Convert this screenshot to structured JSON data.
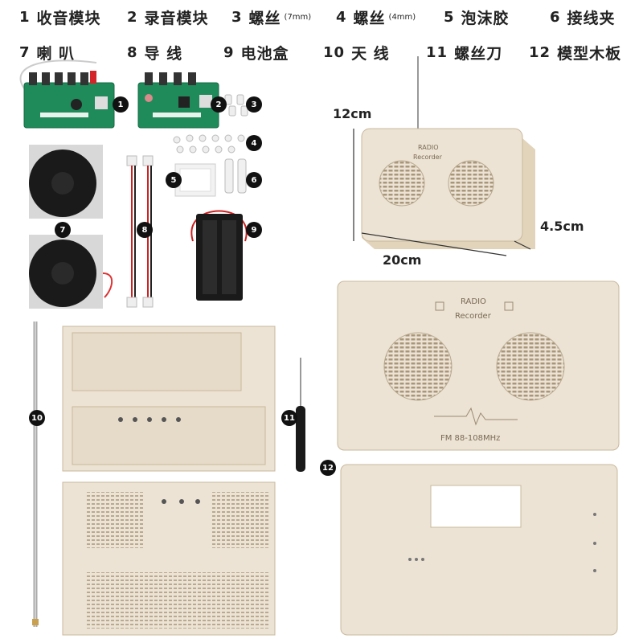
{
  "legend": [
    {
      "num": "1",
      "label": "收音模块",
      "sub": ""
    },
    {
      "num": "2",
      "label": "录音模块",
      "sub": ""
    },
    {
      "num": "3",
      "label": "螺丝",
      "sub": "(7mm)"
    },
    {
      "num": "4",
      "label": "螺丝",
      "sub": "(4mm)"
    },
    {
      "num": "5",
      "label": "泡沫胶",
      "sub": ""
    },
    {
      "num": "6",
      "label": "接线夹",
      "sub": ""
    },
    {
      "num": "7",
      "label": "喇 叭",
      "sub": ""
    },
    {
      "num": "8",
      "label": "导 线",
      "sub": ""
    },
    {
      "num": "9",
      "label": "电池盒",
      "sub": ""
    },
    {
      "num": "10",
      "label": "天 线",
      "sub": ""
    },
    {
      "num": "11",
      "label": "螺丝刀",
      "sub": ""
    },
    {
      "num": "12",
      "label": "模型木板",
      "sub": ""
    }
  ],
  "dimensions": {
    "height": "12cm",
    "width": "20cm",
    "depth": "4.5cm"
  },
  "board_text": {
    "radio": "RADIO",
    "recorder": "Recorder",
    "fm": "FM 88-108MHz"
  },
  "badges": [
    "1",
    "2",
    "3",
    "4",
    "5",
    "6",
    "7",
    "8",
    "9",
    "10",
    "11",
    "12"
  ],
  "colors": {
    "pcb": "#1f8a5a",
    "wood": "#ece3d4",
    "wood_edge": "#c9b89c",
    "speaker": "#1a1a1a"
  }
}
